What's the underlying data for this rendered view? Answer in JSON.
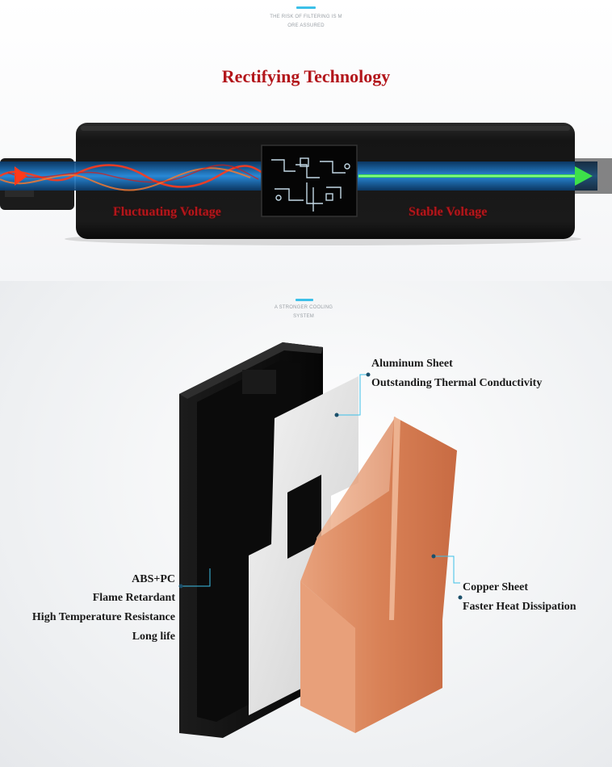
{
  "top_section": {
    "caption_line1": "THE RISK OF FILTERING IS M",
    "caption_line2": "ORE ASSURED",
    "title": "Rectifying Technology",
    "left_label": "Fluctuating Voltage",
    "right_label": "Stable Voltage"
  },
  "bottom_section": {
    "caption_line1": "A STRONGER COOLING",
    "caption_line2": "SYSTEM",
    "aluminum": {
      "line1": "Aluminum Sheet",
      "line2": "Outstanding Thermal Conductivity"
    },
    "copper": {
      "line1": "Copper Sheet",
      "line2": "Faster Heat Dissipation"
    },
    "abs": {
      "line1": "ABS+PC",
      "line2": "Flame Retardant",
      "line3": "High Temperature Resistance",
      "line4": "Long life"
    }
  },
  "colors": {
    "title_red": "#b3161b",
    "accent_cyan": "#3cc0e8",
    "copper": "#d9875f",
    "aluminum": "#d8d8d8",
    "case_black": "#111111"
  }
}
